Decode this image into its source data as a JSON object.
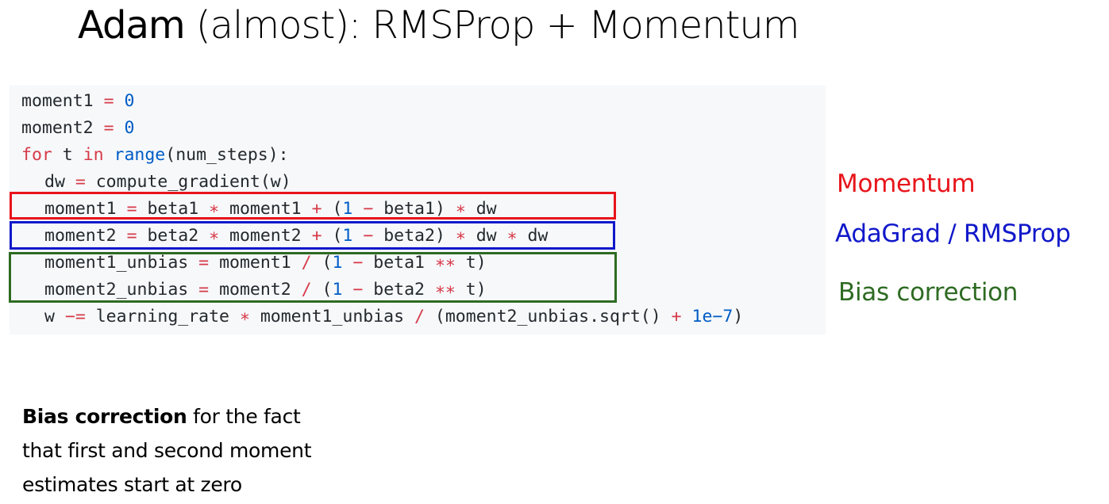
{
  "title": {
    "strong": "Adam",
    "rest": " (almost): RMSProp + Momentum"
  },
  "code": {
    "lines": [
      "moment1 = 0",
      "moment2 = 0",
      "for t in range(num_steps):",
      "dw = compute_gradient(w)",
      "moment1 = beta1 * moment1 + (1 - beta1) * dw",
      "moment2 = beta2 * moment2 + (1 - beta2) * dw * dw",
      "moment1_unbias = moment1 / (1 - beta1 ** t)",
      "moment2_unbias = moment2 / (1 - beta2 ** t)",
      "w -= learning_rate * moment1_unbias / (moment2_unbias.sqrt() + 1e-7)"
    ]
  },
  "labels": {
    "momentum": {
      "text": "Momentum",
      "color": "#e8141b"
    },
    "adagrad": {
      "text": "AdaGrad / RMSProp",
      "color": "#1118c9"
    },
    "bias": {
      "text": "Bias correction",
      "color": "#2e6b23"
    }
  },
  "note": {
    "bold": "Bias correction",
    "line1_rest": " for the fact",
    "line2": "that first and second moment",
    "line3": "estimates start at zero"
  }
}
